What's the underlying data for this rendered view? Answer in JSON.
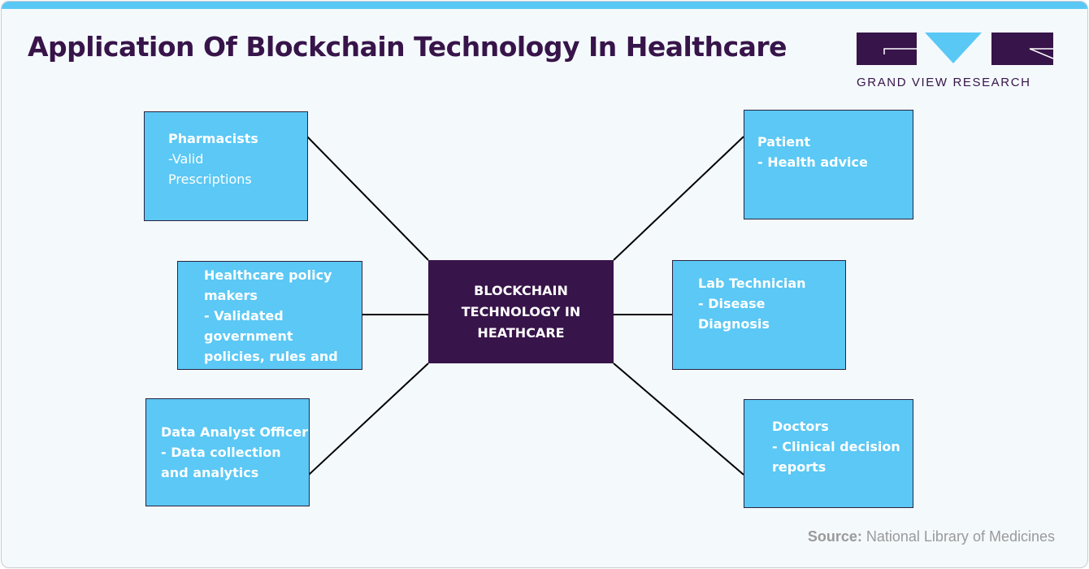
{
  "title": "Application Of Blockchain Technology In Healthcare",
  "logo": {
    "text": "GRAND VIEW RESEARCH"
  },
  "colors": {
    "accent": "#5bc8f5",
    "brand": "#371449"
  },
  "center": {
    "label": "BLOCKCHAIN TECHNOLOGY IN HEATHCARE"
  },
  "nodes": [
    {
      "title": "Pharmacists",
      "desc": "-Valid Prescriptions"
    },
    {
      "title": "Healthcare policy makers",
      "desc": "- Validated government policies, rules and"
    },
    {
      "title": "Data Analyst Officer",
      "desc": "- Data collection and analytics"
    },
    {
      "title": "Patient",
      "desc": "- Health advice"
    },
    {
      "title": "Lab Technician",
      "desc": "- Disease Diagnosis"
    },
    {
      "title": "Doctors",
      "desc": "- Clinical decision reports"
    }
  ],
  "source": {
    "label": "Source:",
    "text": "National Library of Medicines"
  }
}
